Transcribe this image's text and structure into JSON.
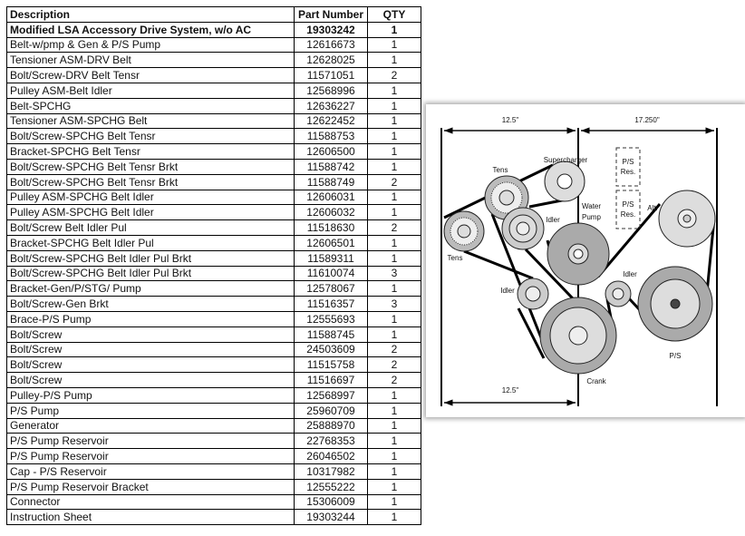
{
  "table": {
    "headers": {
      "description": "Description",
      "part_number": "Part Number",
      "qty": "QTY"
    },
    "rows": [
      {
        "description": "Modified LSA Accessory Drive System, w/o AC",
        "part_number": "19303242",
        "qty": "1"
      },
      {
        "description": "Belt-w/pmp & Gen & P/S Pump",
        "part_number": "12616673",
        "qty": "1"
      },
      {
        "description": "Tensioner ASM-DRV Belt",
        "part_number": "12628025",
        "qty": "1"
      },
      {
        "description": "Bolt/Screw-DRV Belt Tensr",
        "part_number": "11571051",
        "qty": "2"
      },
      {
        "description": "Pulley ASM-Belt Idler",
        "part_number": "12568996",
        "qty": "1"
      },
      {
        "description": "Belt-SPCHG",
        "part_number": "12636227",
        "qty": "1"
      },
      {
        "description": "Tensioner ASM-SPCHG Belt",
        "part_number": "12622452",
        "qty": "1"
      },
      {
        "description": "Bolt/Screw-SPCHG Belt Tensr",
        "part_number": "11588753",
        "qty": "1"
      },
      {
        "description": "Bracket-SPCHG Belt Tensr",
        "part_number": "12606500",
        "qty": "1"
      },
      {
        "description": "Bolt/Screw-SPCHG Belt Tensr Brkt",
        "part_number": "11588742",
        "qty": "1"
      },
      {
        "description": "Bolt/Screw-SPCHG Belt Tensr Brkt",
        "part_number": "11588749",
        "qty": "2"
      },
      {
        "description": "Pulley ASM-SPCHG Belt Idler",
        "part_number": "12606031",
        "qty": "1"
      },
      {
        "description": "Pulley ASM-SPCHG Belt Idler",
        "part_number": "12606032",
        "qty": "1"
      },
      {
        "description": "Bolt/Screw Belt Idler Pul",
        "part_number": "11518630",
        "qty": "2"
      },
      {
        "description": "Bracket-SPCHG Belt Idler Pul",
        "part_number": "12606501",
        "qty": "1"
      },
      {
        "description": "Bolt/Screw-SPCHG Belt Idler Pul Brkt",
        "part_number": "11589311",
        "qty": "1"
      },
      {
        "description": "Bolt/Screw-SPCHG Belt Idler Pul Brkt",
        "part_number": "11610074",
        "qty": "3"
      },
      {
        "description": "Bracket-Gen/P/STG/ Pump",
        "part_number": "12578067",
        "qty": "1"
      },
      {
        "description": "Bolt/Screw-Gen Brkt",
        "part_number": "11516357",
        "qty": "3"
      },
      {
        "description": "Brace-P/S Pump",
        "part_number": "12555693",
        "qty": "1"
      },
      {
        "description": "Bolt/Screw",
        "part_number": "11588745",
        "qty": "1"
      },
      {
        "description": "Bolt/Screw",
        "part_number": "24503609",
        "qty": "2"
      },
      {
        "description": "Bolt/Screw",
        "part_number": "11515758",
        "qty": "2"
      },
      {
        "description": "Bolt/Screw",
        "part_number": "11516697",
        "qty": "2"
      },
      {
        "description": "Pulley-P/S Pump",
        "part_number": "12568997",
        "qty": "1"
      },
      {
        "description": "P/S Pump",
        "part_number": "25960709",
        "qty": "1"
      },
      {
        "description": "Generator",
        "part_number": "25888970",
        "qty": "1"
      },
      {
        "description": "P/S Pump Reservoir",
        "part_number": "22768353",
        "qty": "1"
      },
      {
        "description": "P/S Pump Reservoir",
        "part_number": "26046502",
        "qty": "1"
      },
      {
        "description": "Cap - P/S Reservoir",
        "part_number": "10317982",
        "qty": "1"
      },
      {
        "description": "P/S Pump Reservoir Bracket",
        "part_number": "12555222",
        "qty": "1"
      },
      {
        "description": "Connector",
        "part_number": "15306009",
        "qty": "1"
      },
      {
        "description": "Instruction Sheet",
        "part_number": "19303244",
        "qty": "1"
      }
    ]
  },
  "diagram": {
    "dim_top_left": "12.5\"",
    "dim_top_right": "17.250\"",
    "dim_bottom": "12.5\"",
    "supercharger": "Supercharger",
    "tens_top": "Tens",
    "tens_left": "Tens",
    "idler_upper": "Idler",
    "water_pump_1": "Water",
    "water_pump_2": "Pump",
    "ps_res_1a": "P/S",
    "ps_res_1b": "Res.",
    "ps_res_2a": "P/S",
    "ps_res_2b": "Res.",
    "alt": "Alt.",
    "idler_right": "Idler",
    "idler_lower": "Idler",
    "ps": "P/S",
    "crank": "Crank"
  }
}
